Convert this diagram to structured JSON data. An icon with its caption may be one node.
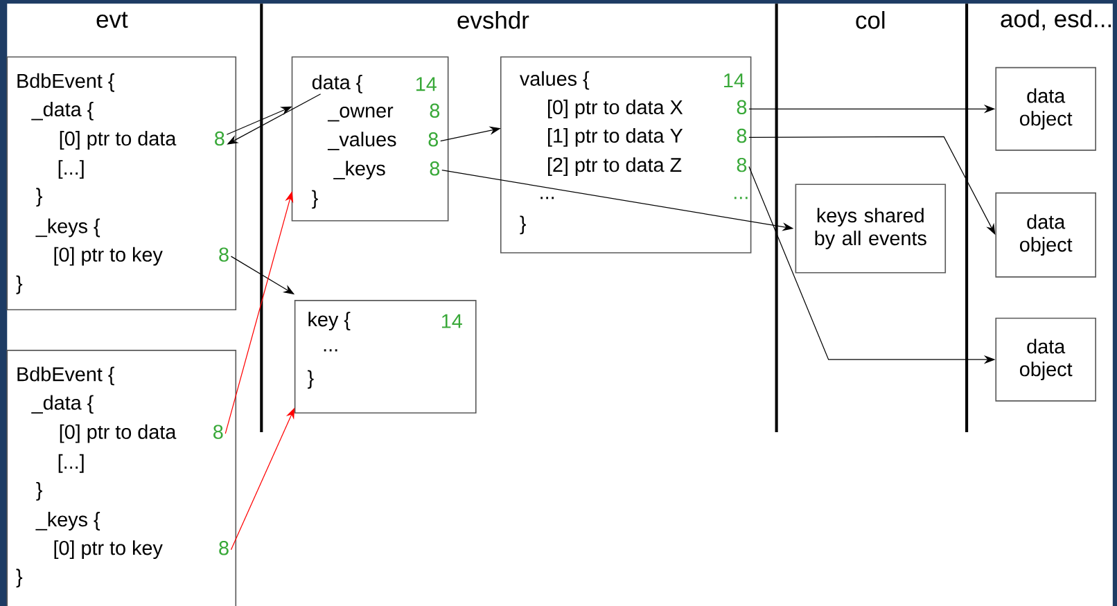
{
  "diagram": {
    "nodes": [
      {
        "text": [
          "BdbEvent {",
          "_data {",
          "[...]",
          "}",
          "_keys {",
          "}"
        ]
      },
      {
        "text": [
          "[0] ptr to data",
          "8"
        ],
        "in": 0
      },
      {
        "text": [
          "[0] ptr to key",
          "8"
        ],
        "in": 0
      },
      {
        "text": [
          "BdbEvent {",
          "_data {",
          "[...]",
          "}",
          "_keys {",
          "}"
        ]
      },
      {
        "text": [
          "[0] ptr to data",
          "8"
        ],
        "in": 3
      },
      {
        "text": [
          "[0] ptr to key",
          "8"
        ],
        "in": 3
      },
      {
        "text": [
          "data {",
          "14",
          "}"
        ]
      },
      {
        "text": [
          "_owner",
          "8"
        ],
        "in": 6
      },
      {
        "text": [
          "_values",
          "8"
        ],
        "in": 6
      },
      {
        "text": [
          "_keys",
          "8"
        ],
        "in": 6
      },
      {
        "text": [
          "key {",
          "14",
          "...",
          "}"
        ]
      },
      {
        "text": [
          "values {",
          "14",
          "...",
          "...",
          "}"
        ]
      },
      {
        "text": [
          "[0] ptr to data X",
          "8"
        ],
        "in": 11
      },
      {
        "text": [
          "[1] ptr to data Y",
          "8"
        ],
        "in": 11
      },
      {
        "text": [
          "[2] ptr to data Z",
          "8"
        ],
        "in": 11
      },
      {
        "text": [
          "keys shared by all events"
        ]
      },
      {
        "text": [
          "data object"
        ]
      },
      {
        "text": [
          "data object"
        ]
      },
      {
        "text": [
          "data object"
        ]
      }
    ],
    "edges": [
      {
        "from": 1,
        "to": 6,
        "arrow": "to"
      },
      {
        "from": 7,
        "to": 1,
        "arrow": "to"
      },
      {
        "from": 2,
        "to": 10,
        "arrow": "to"
      },
      {
        "from": 4,
        "to": 6,
        "arrow": "to",
        "color": "#ff0000"
      },
      {
        "from": 5,
        "to": 10,
        "arrow": "to",
        "color": "#ff0000"
      },
      {
        "from": 8,
        "to": 11,
        "arrow": "to"
      },
      {
        "from": 9,
        "to": 15,
        "arrow": "to"
      },
      {
        "from": 12,
        "to": 16,
        "arrow": "to"
      },
      {
        "from": 13,
        "to": 17,
        "arrow": "to"
      },
      {
        "from": 14,
        "to": 18,
        "arrow": "to"
      }
    ],
    "labels": [
      "evt",
      "evshdr",
      "col",
      "aod, esd..."
    ]
  }
}
